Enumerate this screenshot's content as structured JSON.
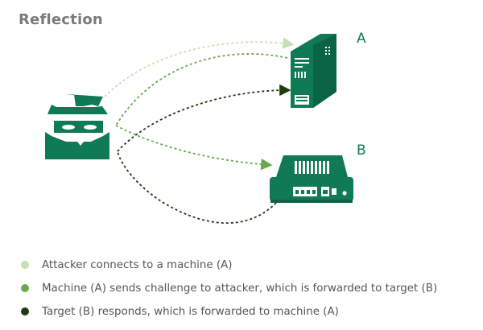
{
  "title": "Reflection",
  "nodes": {
    "a_label": "A",
    "b_label": "B"
  },
  "colors": {
    "device_green": "#0f7a55",
    "step1": "#c5e0b3",
    "step2": "#6aa84f",
    "step3": "#1f3b12"
  },
  "icons": {
    "attacker": "spy-icon",
    "machine_a": "server-tower-icon",
    "target_b": "router-icon"
  },
  "legend": [
    {
      "text": "Attacker connects to a machine (A)",
      "color": "#c5e0b3"
    },
    {
      "text": "Machine (A) sends challenge to attacker, which is forwarded to target (B)",
      "color": "#6aa84f"
    },
    {
      "text": "Target (B) responds, which is forwarded to machine (A)",
      "color": "#1f3b12"
    }
  ]
}
